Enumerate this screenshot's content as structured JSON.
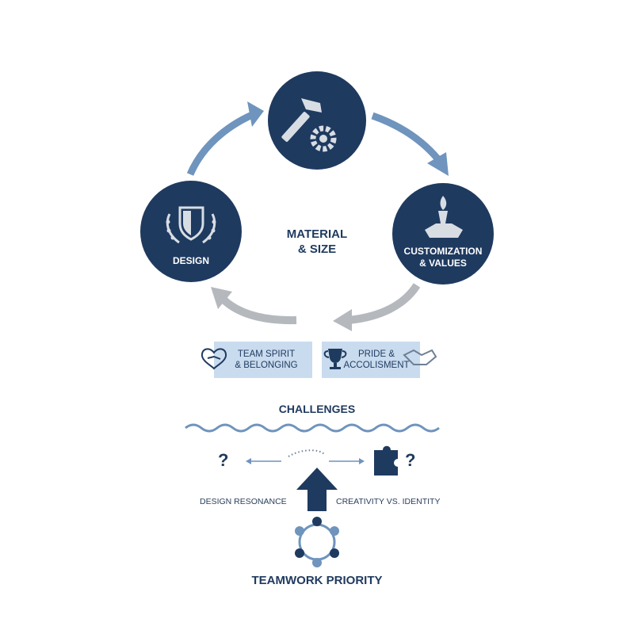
{
  "cycle": {
    "center_line1": "Material",
    "center_line2": "& Size",
    "left_node": {
      "label": "Design",
      "icon": "shield-laurel-icon"
    },
    "top_node": {
      "icon": "hammer-gear-icon"
    },
    "right_node": {
      "line1": "Customization",
      "line2": "& Values",
      "icon": "torch-handshake-icon"
    }
  },
  "outcomes": [
    {
      "line1": "Team Spirit",
      "line2": "& Belonging",
      "icon": "heart-handshake-icon"
    },
    {
      "line1": "Pride &",
      "line2": "Accolisment",
      "icon": "trophy-icon"
    }
  ],
  "challenges": {
    "title": "Challenges",
    "left_label": "Design Resonance",
    "right_label": "Creativity vs. Identity",
    "left_mark": "?",
    "right_mark": "?"
  },
  "priority": {
    "label": "Teamwork Priority",
    "icon": "team-circle-icon"
  },
  "colors": {
    "navy": "#1f3a5f",
    "blue_arrow": "#6f94bd",
    "gray_arrow": "#b5b8bd",
    "box_fill": "#c9dbee"
  }
}
